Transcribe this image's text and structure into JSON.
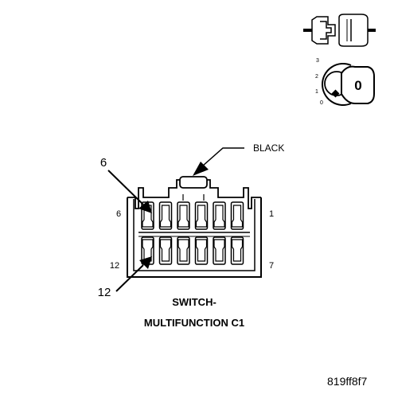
{
  "callouts": {
    "top_left": "6",
    "bottom_left": "12",
    "color": "BLACK"
  },
  "pins": {
    "top_left": "6",
    "top_right": "1",
    "bottom_left": "12",
    "bottom_right": "7"
  },
  "title": {
    "line1": "SWITCH-",
    "line2": "MULTIFUNCTION C1"
  },
  "figure_id": "819ff8f7",
  "ignition_icon": {
    "positions": [
      "3",
      "2",
      "1",
      "0"
    ],
    "key_label": "0"
  }
}
